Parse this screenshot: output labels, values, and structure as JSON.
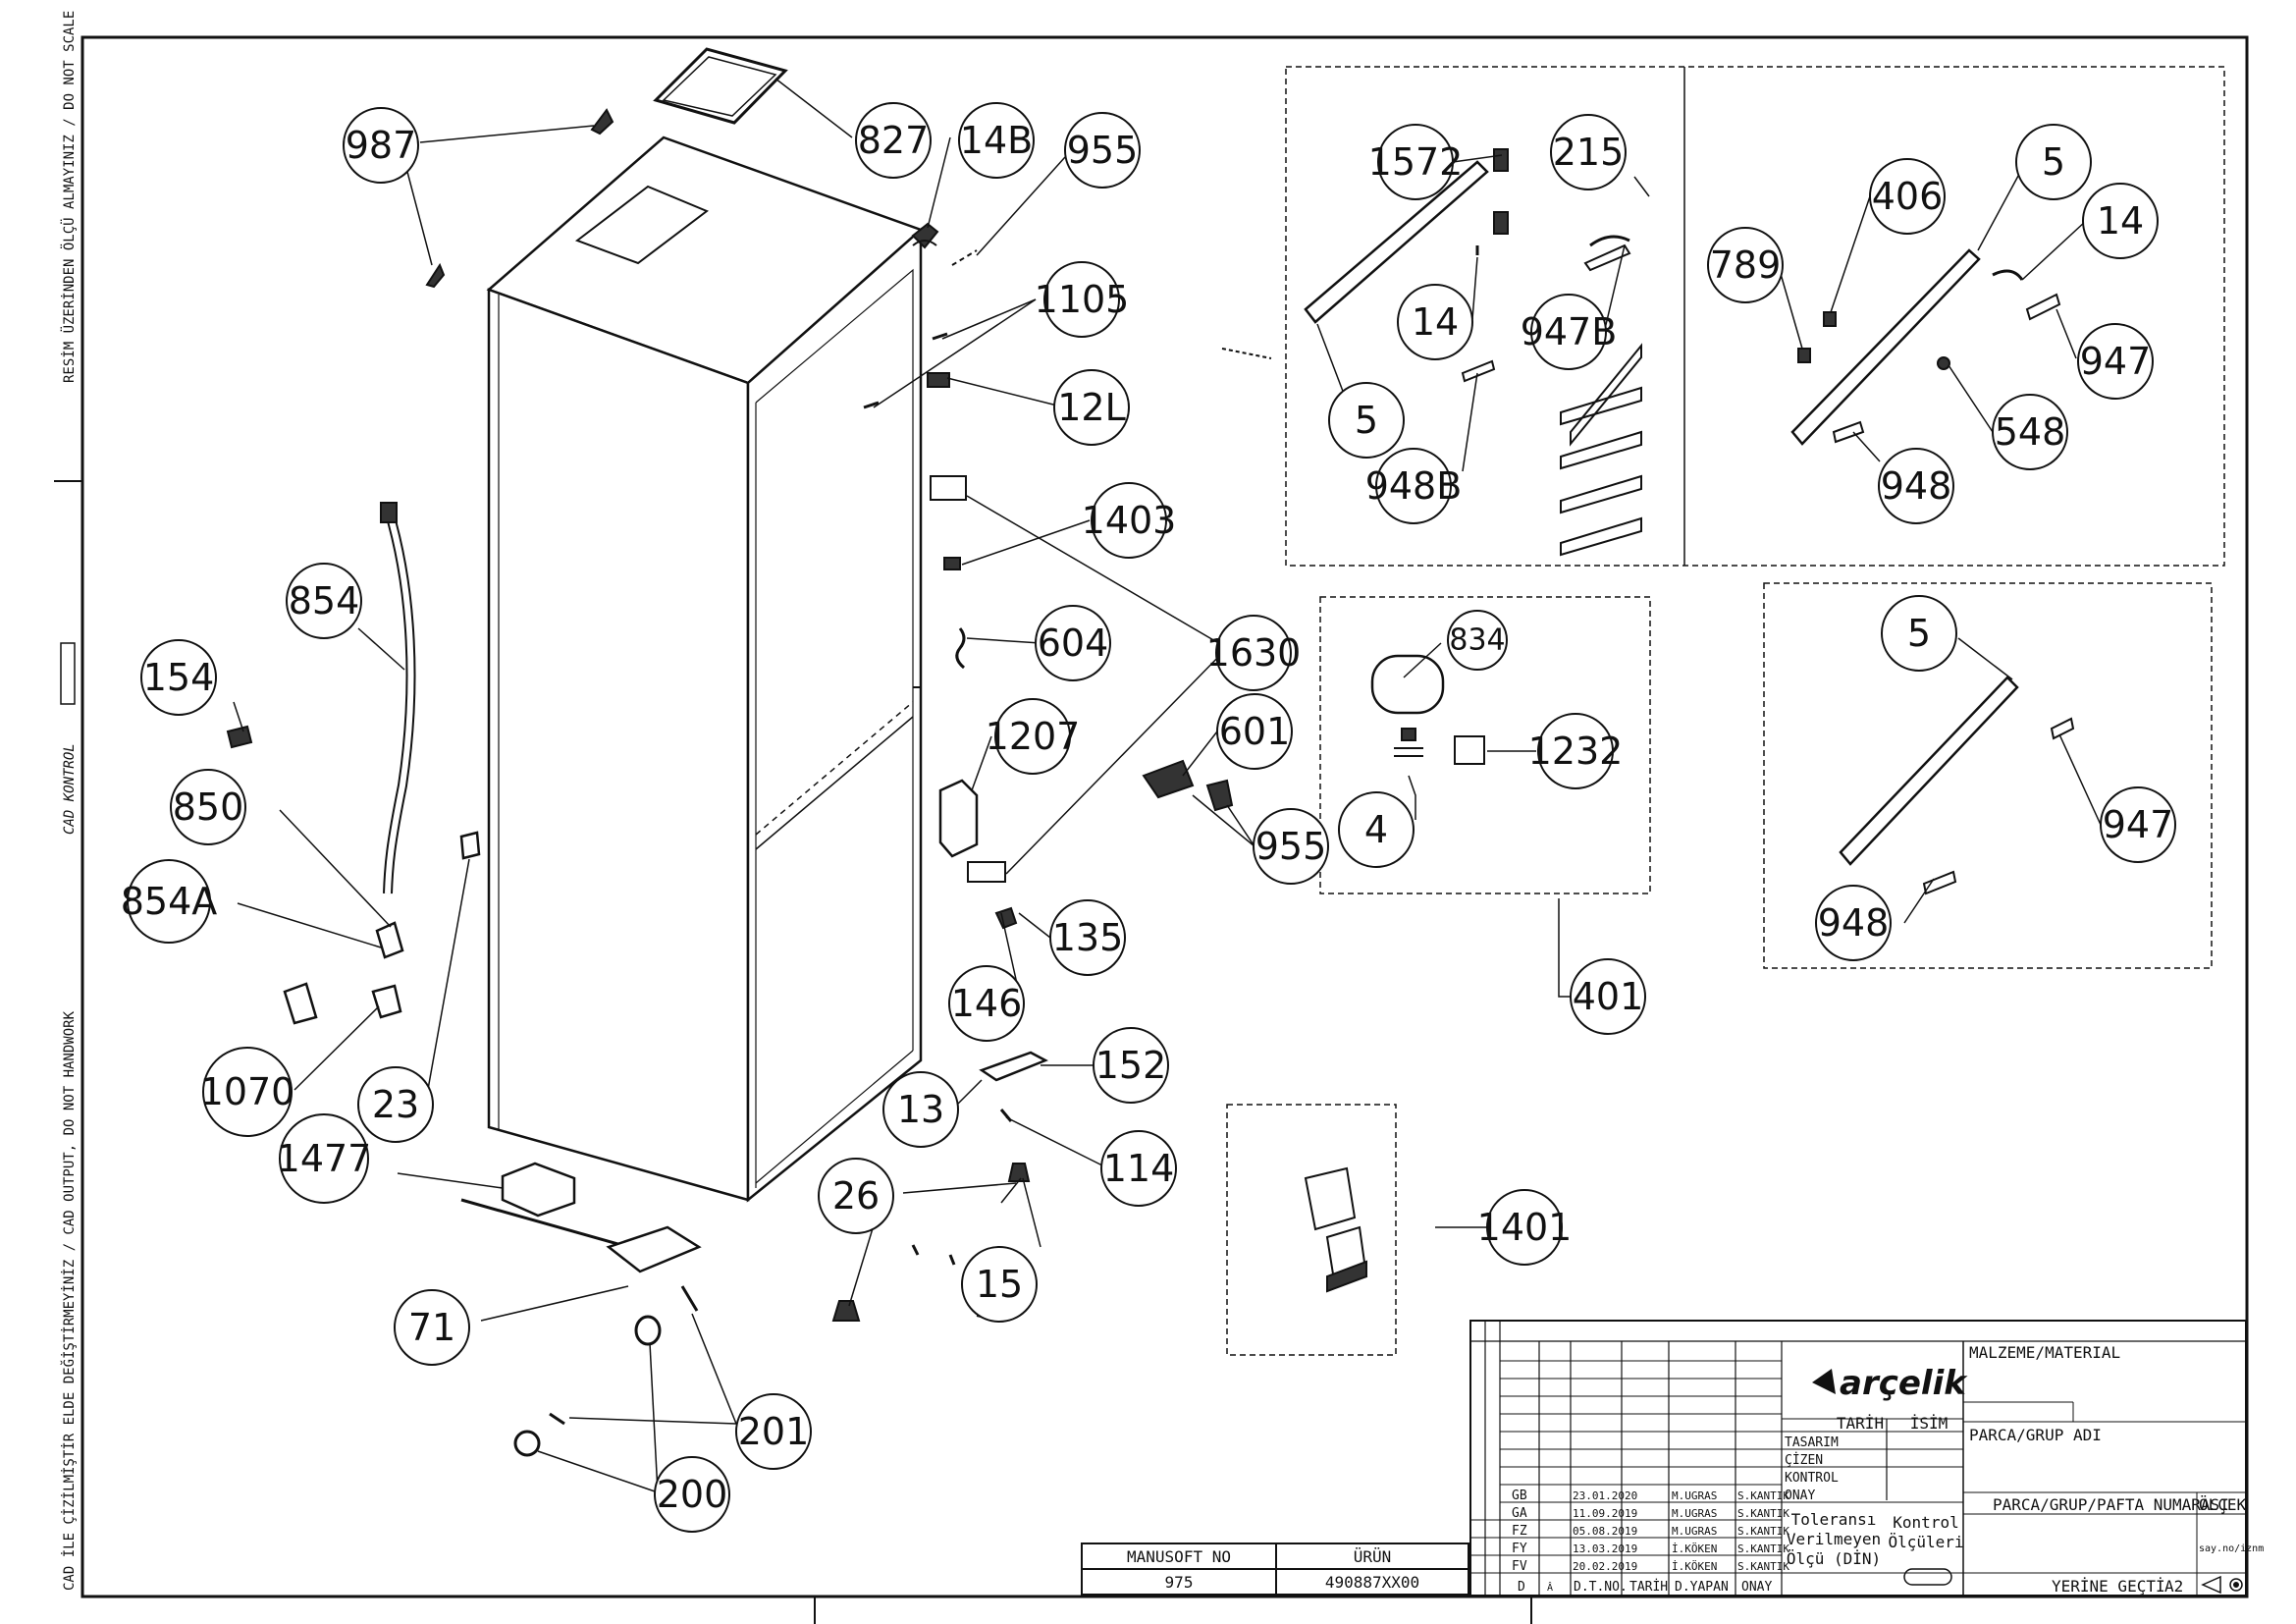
{
  "side_notes": {
    "top": "RESİM ÜZERİNDEN ÖLÇÜ ALMAYINIZ / DO NOT SCALE",
    "middle": "CAD KONTROL",
    "bottom": "CAD İLE ÇİZİLMİŞTİR ELDE DEĞİŞTİRMEYİNİZ / CAD OUTPUT, DO NOT HANDWORK"
  },
  "callouts": {
    "c987": "987",
    "c827": "827",
    "c14B": "14B",
    "c955a": "955",
    "c1105": "1105",
    "c12L": "12L",
    "c854": "854",
    "c154": "154",
    "c850": "850",
    "c854A": "854A",
    "c1070": "1070",
    "c23": "23",
    "c1477": "1477",
    "c71": "71",
    "c201": "201",
    "c200": "200",
    "c26": "26",
    "c15": "15",
    "c114": "114",
    "c13": "13",
    "c152": "152",
    "c146": "146",
    "c135": "135",
    "c1207": "1207",
    "c604": "604",
    "c1403": "1403",
    "c1630": "1630",
    "c601": "601",
    "c955b": "955",
    "c1401": "1401",
    "c401": "401",
    "c834": "834",
    "c1232": "1232",
    "c4": "4",
    "c1572": "1572",
    "c215": "215",
    "c14a": "14",
    "c947B": "947B",
    "c5a": "5",
    "c948B": "948B",
    "c789": "789",
    "c406": "406",
    "c5b": "5",
    "c14b": "14",
    "c947a": "947",
    "c548": "548",
    "c948a": "948",
    "c5c": "5",
    "c947b": "947",
    "c948b": "948"
  },
  "manusoft": {
    "label_no": "MANUSOFT NO",
    "label_urun": "ÜRÜN",
    "value_no": "975",
    "value_urun": "490887XX00"
  },
  "title_block": {
    "brand": "arçelik",
    "material_label": "MALZEME/MATERIAL",
    "part_label": "PARCA/GRUP ADI",
    "number_label": "PARCA/GRUP/PAFTA NUMARASI",
    "scale_label": "ÖLÇEK",
    "scale_small": "say.no/iznm",
    "replace_label": "YERİNE GEÇTİ",
    "sheet_size": "A2",
    "col_tarih": "TARİH",
    "col_isim": "İSİM",
    "roles": [
      "TASARIM",
      "ÇİZEN",
      "KONTROL",
      "ONAY"
    ],
    "tolerance": [
      "Toleransı",
      "Verilmeyen",
      "Ölçü (DİN)"
    ],
    "control": [
      "Kontrol",
      "Ölçüleri"
    ],
    "revisions": [
      {
        "code": "GB",
        "date": "23.01.2020",
        "drawn": "M.UGRAS",
        "approved": "S.KANTIK"
      },
      {
        "code": "GA",
        "date": "11.09.2019",
        "drawn": "M.UGRAS",
        "approved": "S.KANTIK"
      },
      {
        "code": "FZ",
        "date": "05.08.2019",
        "drawn": "M.UGRAS",
        "approved": "S.KANTIK"
      },
      {
        "code": "FY",
        "date": "13.03.2019",
        "drawn": "İ.KÖKEN",
        "approved": "S.KANTIK"
      },
      {
        "code": "FV",
        "date": "20.02.2019",
        "drawn": "İ.KÖKEN",
        "approved": "S.KANTIK"
      }
    ],
    "footer": [
      "D",
      "Â",
      "D.T.NO.",
      "TARİH",
      "D.YAPAN",
      "ONAY"
    ]
  },
  "colors": {
    "ink": "#111111",
    "paper": "#ffffff"
  }
}
